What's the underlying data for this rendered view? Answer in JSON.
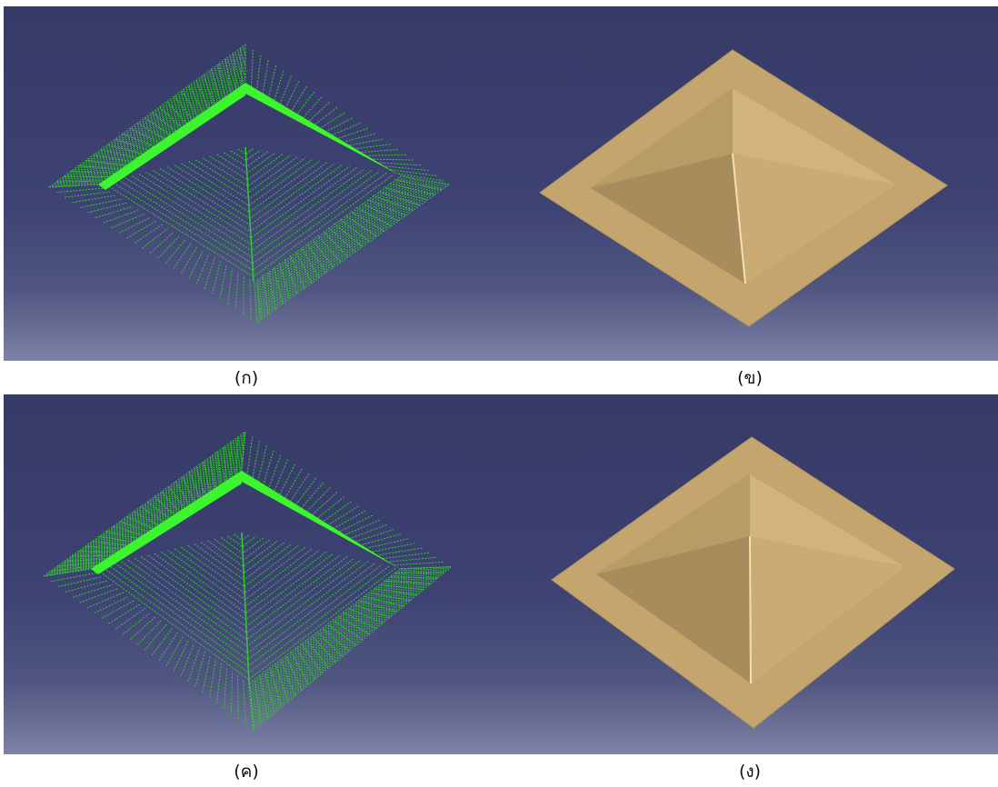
{
  "panels": [
    {
      "label": "(ก)",
      "view": "point-cloud"
    },
    {
      "label": "(ข)",
      "view": "surface-mesh"
    },
    {
      "label": "(ค)",
      "view": "point-cloud"
    },
    {
      "label": "(ง)",
      "view": "surface-mesh"
    }
  ],
  "colors": {
    "viewport_top": "#363a66",
    "viewport_bottom": "#7e82a6",
    "point_cloud": "#35c935",
    "point_cloud_highlight": "#3cff2a",
    "surface": "#c4a56e",
    "surface_shadow": "#8f7a4f"
  }
}
